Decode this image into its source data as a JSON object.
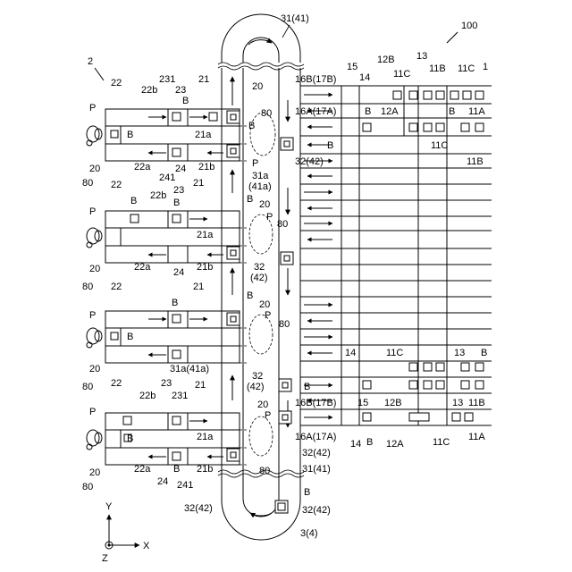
{
  "figure": {
    "ref_100": "100",
    "ref_2": "2",
    "ref_1": "1",
    "ref_31_41": "31(41)",
    "ref_3_4": "3(4)",
    "ref_31a_41a": "31a\n(41a)",
    "ref_31a_41a_inline": "31a(41a)",
    "ref_31_41_bottom": "31(41)",
    "ref_20": "20",
    "ref_80": "80",
    "ref_21": "21",
    "ref_21a": "21a",
    "ref_21b": "21b",
    "ref_22": "22",
    "ref_22a": "22a",
    "ref_22b": "22b",
    "ref_23": "23",
    "ref_231": "231",
    "ref_24": "24",
    "ref_241": "241",
    "ref_B": "B",
    "ref_P": "P",
    "ref_32_42": "32(42)",
    "ref_32_42_split_a": "32",
    "ref_32_42_split_b": "(42)",
    "ref_11A": "11A",
    "ref_11B": "11B",
    "ref_11C": "11C",
    "ref_12A": "12A",
    "ref_12B": "12B",
    "ref_13": "13",
    "ref_14": "14",
    "ref_15": "15",
    "ref_16A_17A": "16A(17A)",
    "ref_16B_17B": "16B(17B)",
    "axis_y": "Y",
    "axis_x": "X",
    "axis_z": "Z"
  }
}
